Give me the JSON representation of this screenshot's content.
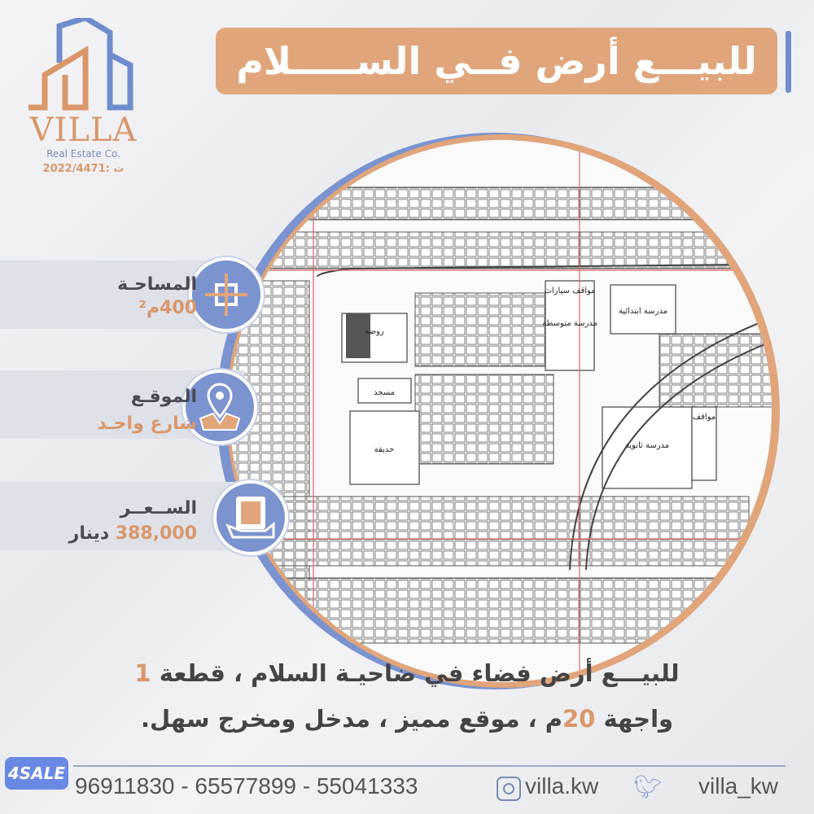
{
  "brand": {
    "name": "VILLA",
    "tagline": "Real Estate Co.",
    "license": "ت :2022/4471",
    "colors": {
      "orange": "#e0a57b",
      "blue": "#6f8dcc"
    }
  },
  "banner": {
    "title": "للبيـــع أرض فــي الســـــلام"
  },
  "info": [
    {
      "label": "المساحـة",
      "value": "400م²",
      "icon": "area-arrows-icon"
    },
    {
      "label": "الموقـع",
      "value": "شارع واحـد",
      "icon": "map-pin-icon"
    },
    {
      "label": "الســعــر",
      "value_number": "388,000",
      "value_unit": "دينار",
      "icon": "money-hand-icon"
    }
  ],
  "map": {
    "labels": [
      "روضة",
      "مسجد",
      "حديقة",
      "مدرسة ثانوية",
      "مدرسة متوسطة",
      "مدرسة ابتدائية",
      "مواقف سيارات",
      "مواقف"
    ],
    "block": "1"
  },
  "description": {
    "line1_a": "للبيـــع أرض فضاء في ضاحيـة السلام ، قطعة ",
    "line1_b": "1",
    "line2_a": "واجهة ",
    "line2_b": "20",
    "line2_c": "م ، موقع مميز ، مدخل ومخرج سهل."
  },
  "footer": {
    "phones": "96911830 - 65577899 - 55041333",
    "instagram": "villa.kw",
    "twitter": "villa_kw",
    "watermark": "4SALE"
  }
}
